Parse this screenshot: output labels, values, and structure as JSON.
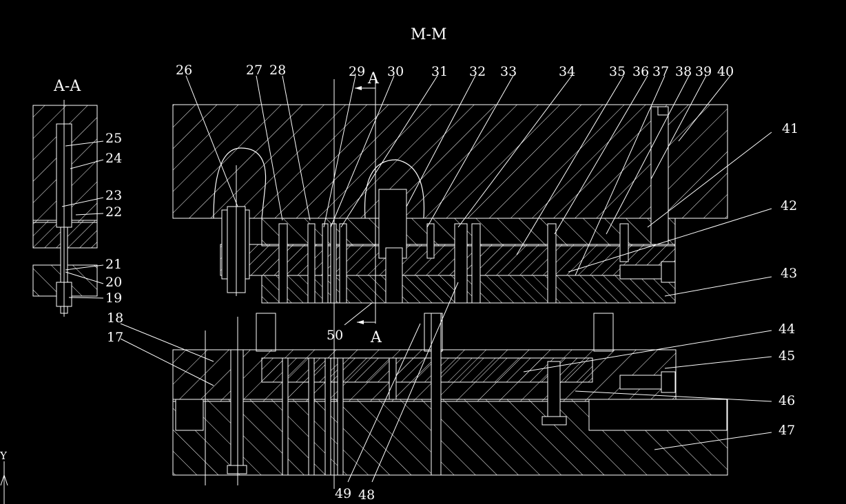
{
  "titles": {
    "main_section": "M-M",
    "side_section": "A-A",
    "cut_marker_top": "A",
    "cut_marker_bottom": "A"
  },
  "axis_indicator": "Y",
  "callouts_top": [
    "26",
    "27",
    "28",
    "29",
    "30",
    "31",
    "32",
    "33",
    "34",
    "35",
    "36",
    "37",
    "38",
    "39",
    "40"
  ],
  "callouts_right": [
    "41",
    "42",
    "43",
    "44",
    "45",
    "46",
    "47"
  ],
  "callouts_left_detail": [
    "25",
    "24",
    "23",
    "22",
    "21",
    "20",
    "19"
  ],
  "callouts_left_main": [
    "18",
    "17"
  ],
  "callouts_bottom": [
    "49",
    "48",
    "50"
  ]
}
